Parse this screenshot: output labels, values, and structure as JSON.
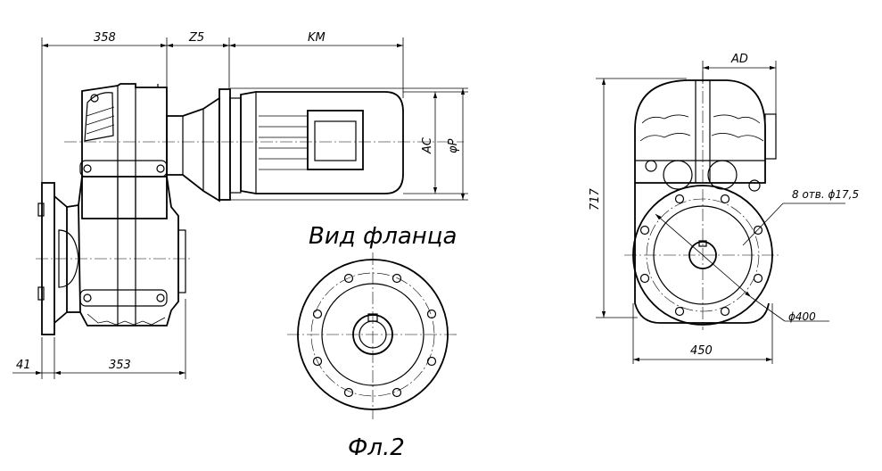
{
  "side_view": {
    "dim_top_left": "358",
    "dim_top_mid": "Z5",
    "dim_top_right": "KM",
    "dim_height_ac": "AC",
    "dim_height_p": "φP",
    "dim_bottom_left": "41",
    "dim_bottom_right": "353"
  },
  "flange_view": {
    "title": "Вид фланца",
    "caption": "Фл.2"
  },
  "front_view": {
    "dim_top": "AD",
    "dim_height": "717",
    "dim_width": "450",
    "holes_note": "8 отв. ϕ17,5",
    "diameter_note": "ϕ400"
  }
}
